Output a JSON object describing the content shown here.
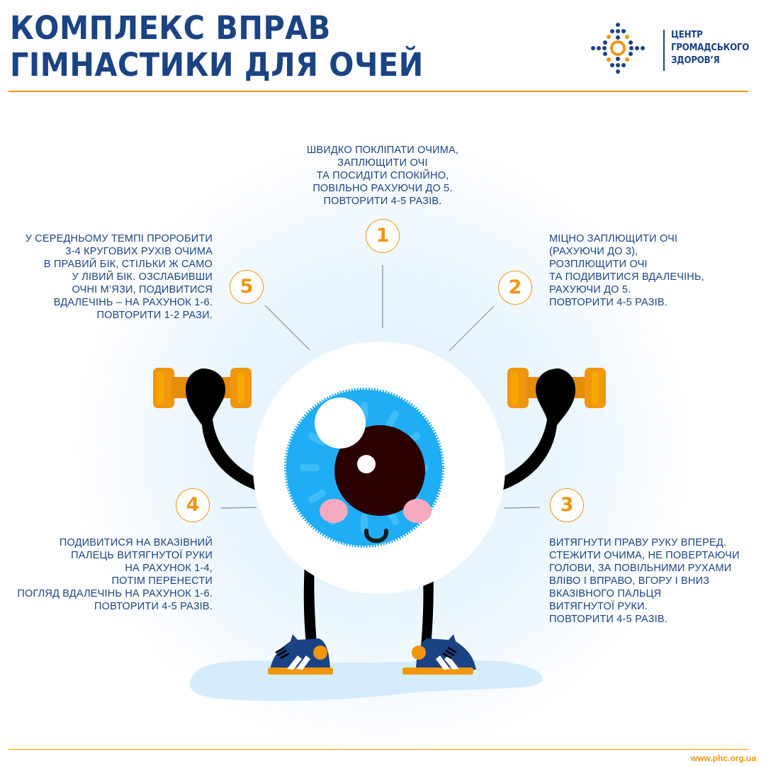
{
  "header": {
    "title_line1": "КОМПЛЕКС ВПРАВ",
    "title_line2": "ГІМНАСТИКИ ДЛЯ ОЧЕЙ"
  },
  "logo": {
    "icon": "phc-dots-logo-icon",
    "line1": "ЦЕНТР",
    "line2": "ГРОМАДСЬКОГО",
    "line3": "ЗДОРОВ’Я"
  },
  "colors": {
    "brand_blue": "#1a4384",
    "accent_orange": "#f0960f",
    "iris_blue": "#1fadf5",
    "pupil": "#2b0000",
    "cheek_pink": "#f7a9bf",
    "shoe_blue": "#1a4384"
  },
  "steps": [
    {
      "number": "1",
      "lines": [
        "ШВИДКО ПОКЛІПАТИ ОЧИМА,",
        "ЗАПЛЮЩИТИ ОЧІ",
        "ТА ПОСИДІТИ СПОКІЙНО,",
        "ПОВІЛЬНО РАХУЮЧИ ДО 5.",
        "ПОВТОРИТИ 4-5 РАЗІВ."
      ]
    },
    {
      "number": "2",
      "lines": [
        "МІЦНО ЗАПЛЮЩИТИ ОЧІ",
        "(РАХУЮЧИ ДО 3),",
        "РОЗПЛЮЩИТИ ОЧІ",
        "ТА ПОДИВИТИСЯ ВДАЛЕЧІНЬ,",
        "РАХУЮЧИ ДО 5.",
        "ПОВТОРИТИ 4-5 РАЗІВ."
      ]
    },
    {
      "number": "3",
      "lines": [
        "ВИТЯГНУТИ ПРАВУ РУКУ ВПЕРЕД.",
        "СТЕЖИТИ ОЧИМА, НЕ ПОВЕРТАЮЧИ",
        "ГОЛОВИ, ЗА ПОВІЛЬНИМИ РУХАМИ",
        "ВЛІВО І ВПРАВО, ВГОРУ І ВНИЗ",
        "ВКАЗІВНОГО ПАЛЬЦЯ",
        "ВИТЯГНУТОЇ РУКИ.",
        "ПОВТОРИТИ 4-5 РАЗІВ."
      ]
    },
    {
      "number": "4",
      "lines": [
        "ПОДИВИТИСЯ НА ВКАЗІВНИЙ",
        "ПАЛЕЦЬ ВИТЯГНУТОЇ РУКИ",
        "НА РАХУНОК 1-4,",
        "ПОТІМ ПЕРЕНЕСТИ",
        "ПОГЛЯД ВДАЛЕЧІНЬ НА РАХУНОК 1-6.",
        "ПОВТОРИТИ 4-5 РАЗІВ."
      ]
    },
    {
      "number": "5",
      "lines": [
        "У СЕРЕДНЬОМУ ТЕМПІ ПРОРОБИТИ",
        "3-4 КРУГОВИХ РУХІВ ОЧИМА",
        "В ПРАВИЙ БІК, СТІЛЬКИ Ж САМО",
        "У ЛІВИЙ БІК. ОЗСЛАБИВШИ",
        "ОЧНІ М’ЯЗИ, ПОДИВИТИСЯ",
        "ВДАЛЕЧІНЬ – НА РАХУНОК 1-6.",
        "ПОВТОРИТИ 1-2 РАЗИ."
      ]
    }
  ],
  "illustration": {
    "character": "eyeball-mascot-with-dumbbells-icon"
  },
  "footer": {
    "website": "www.phc.org.ua"
  }
}
